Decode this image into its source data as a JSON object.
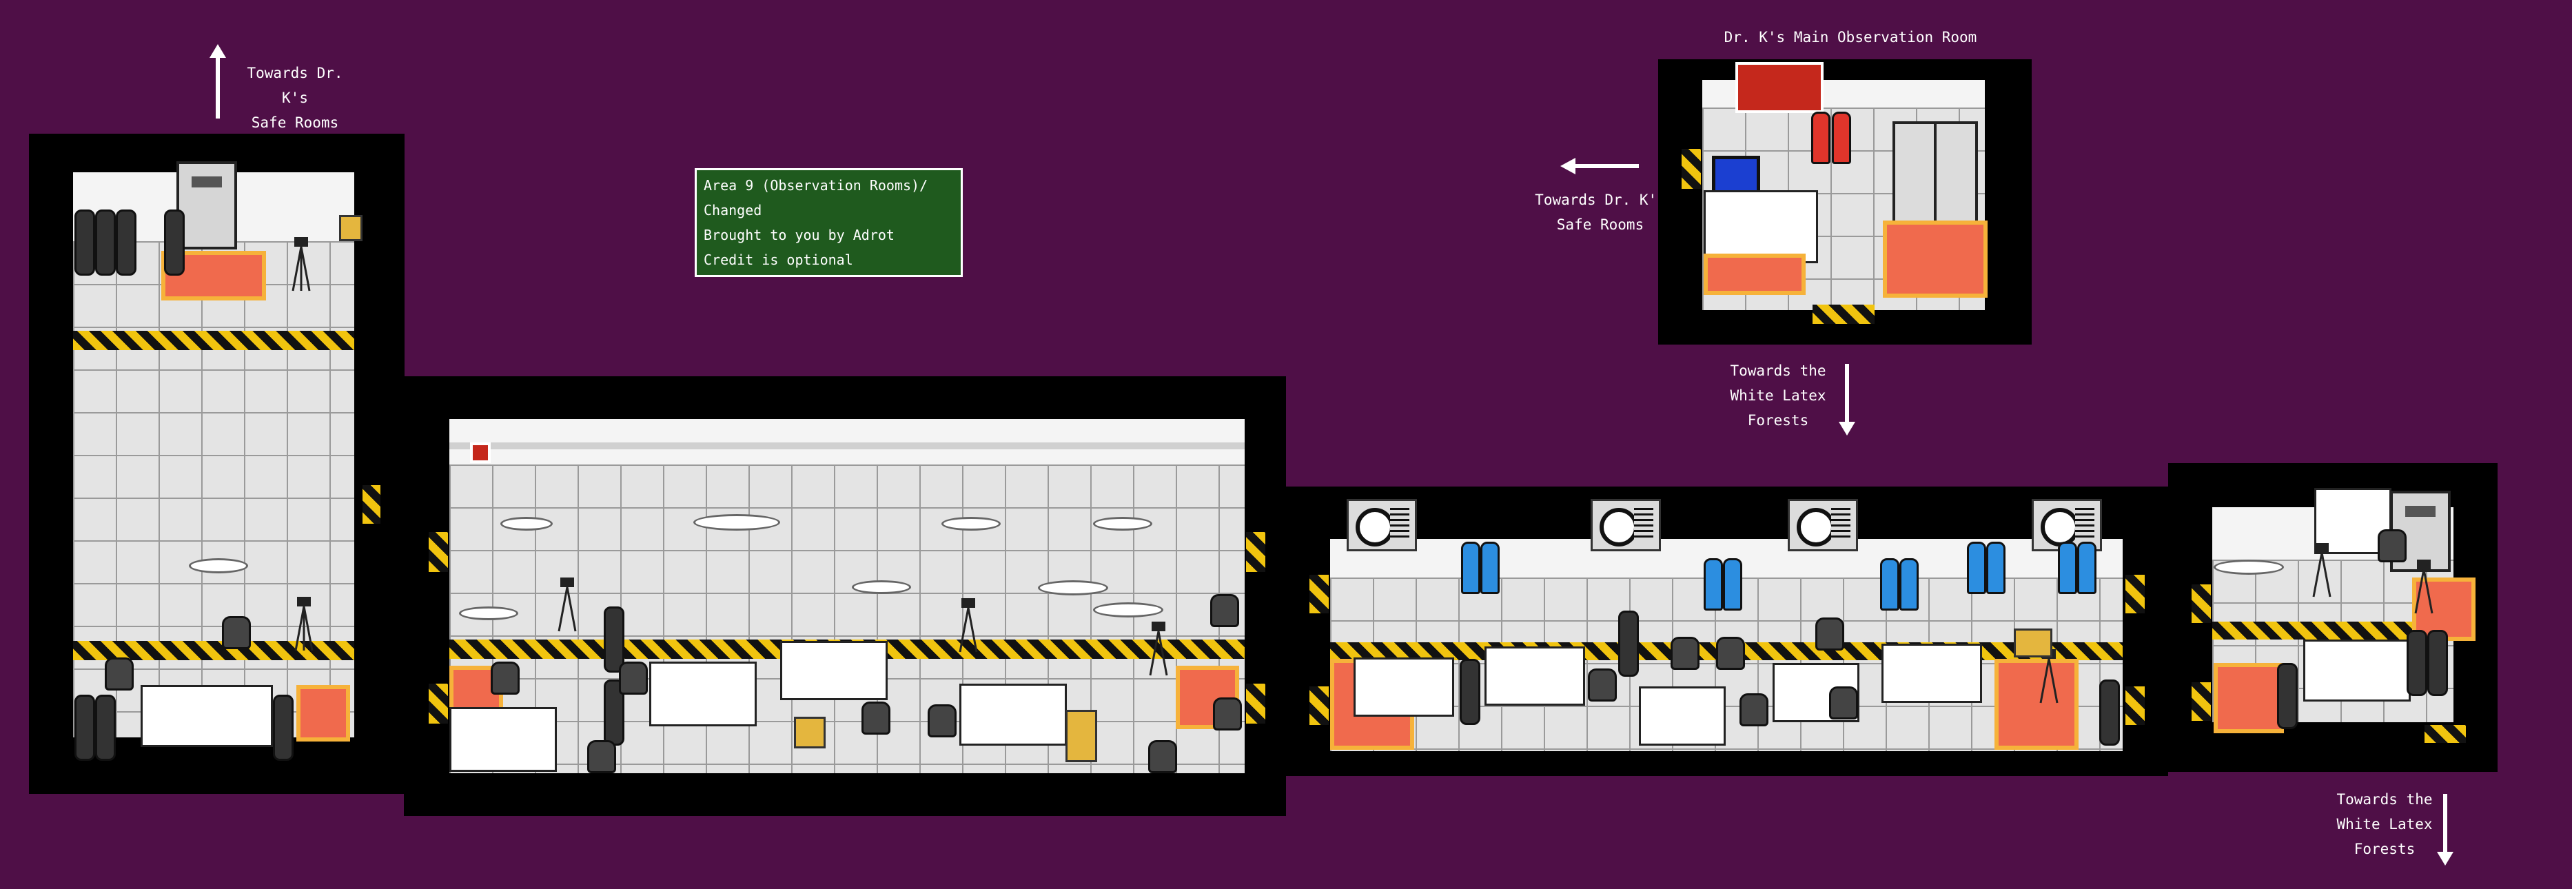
{
  "labels": {
    "top_left_arrow": "Towards Dr. K's\nSafe Rooms",
    "observation_room_title": "Dr. K's Main Observation Room",
    "left_of_observation": "Towards Dr. K's\nSafe Rooms",
    "below_observation": "Towards the\nWhite Latex\nForests",
    "bottom_right": "Towards the\nWhite Latex\nForests"
  },
  "info_box": {
    "line1": "Area 9 (Observation Rooms)/ Changed",
    "line2": "Brought to you by Adrot",
    "line3": "Credit is optional"
  },
  "colors": {
    "background": "#4f0f47",
    "hazard_yellow": "#f1c40f",
    "rug": "#f06a4d",
    "rug_border": "#f6b23a",
    "info_green": "#1f5a1e",
    "water_blue": "#2c8ee0",
    "extinguisher_red": "#e0352b"
  },
  "icons": [
    "arrow-up-icon",
    "arrow-left-icon",
    "arrow-down-icon",
    "fan-icon",
    "chair-icon",
    "tripod-camera-icon",
    "barrel-icon",
    "bottle-icon",
    "puddle-icon",
    "door-icon",
    "monitor-icon",
    "locker-icon",
    "crate-icon",
    "poster-icon"
  ]
}
